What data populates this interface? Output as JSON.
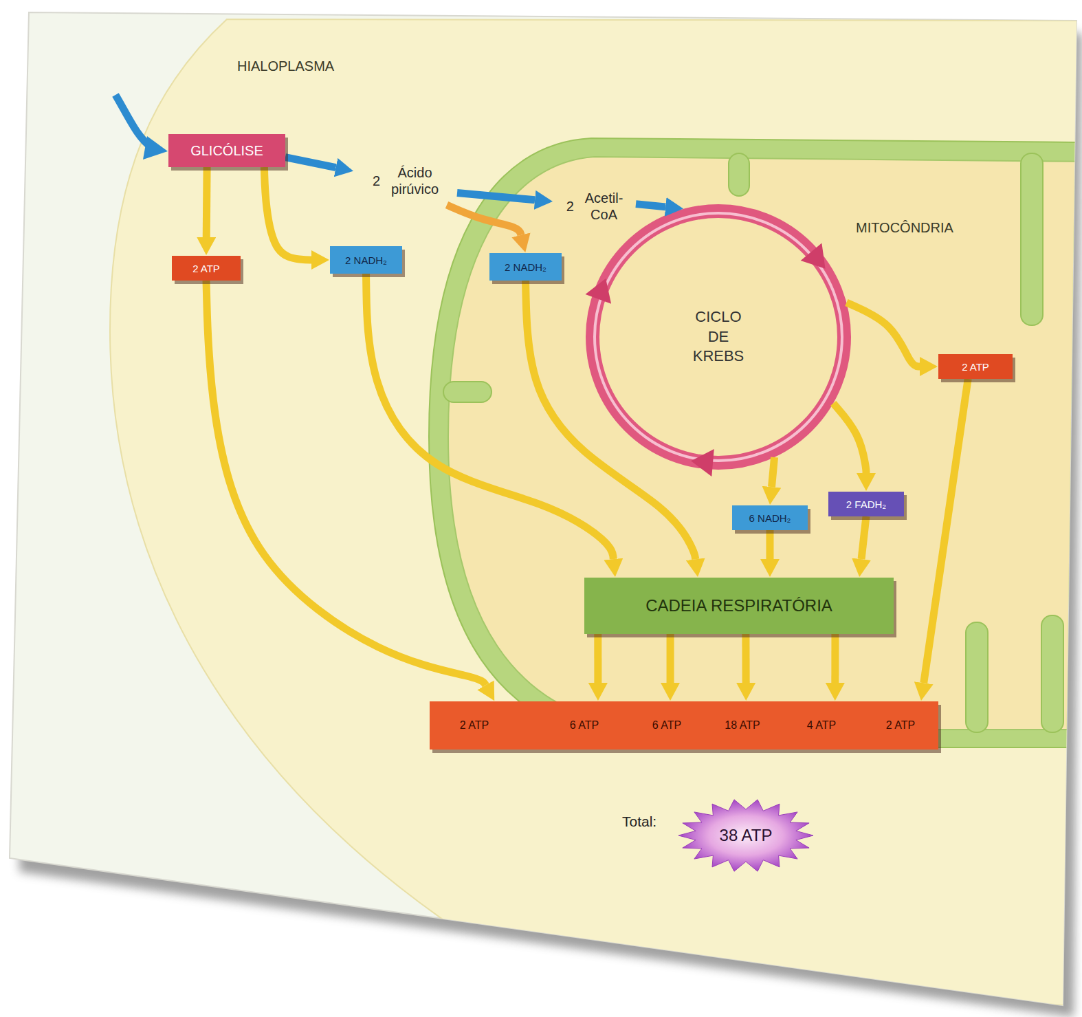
{
  "diagram": {
    "nodes": [
      {
        "text": [
          "HIALOPLASMA"
        ]
      },
      {
        "text": [
          "GLICÓLISE"
        ],
        "in": 0
      },
      {
        "text": [
          "2",
          "Ácido pirúvico"
        ],
        "in": 0
      },
      {
        "text": [
          "MITOCÔNDRIA"
        ],
        "in": 0
      },
      {
        "text": [
          "2",
          "Acetil-CoA"
        ],
        "in": 3
      },
      {
        "text": [
          "2 ATP"
        ],
        "in": 0
      },
      {
        "text": [
          "2 NADH₂"
        ],
        "in": 0
      },
      {
        "text": [
          "2 NADH₂"
        ],
        "in": 3
      },
      {
        "text": [
          "CICLO DE KREBS"
        ],
        "in": 3
      },
      {
        "text": [
          "2 ATP"
        ],
        "in": 3
      },
      {
        "text": [
          "6 NADH₂"
        ],
        "in": 3
      },
      {
        "text": [
          "2 FADH₂"
        ],
        "in": 3
      },
      {
        "text": [
          "CADEIA RESPIRATÓRIA"
        ],
        "in": 3
      },
      {
        "text": [
          "2 ATP",
          "6 ATP",
          "6 ATP",
          "18 ATP",
          "4 ATP",
          "2 ATP"
        ],
        "in": 0
      },
      {
        "text": [
          "38 ATP"
        ],
        "in": 0
      }
    ],
    "edges": [
      {
        "from": 1,
        "to": 2,
        "arrow": "to"
      },
      {
        "from": 2,
        "to": 4,
        "arrow": "to"
      },
      {
        "from": 4,
        "to": 8,
        "arrow": "to"
      },
      {
        "from": 1,
        "to": 5,
        "arrow": "to"
      },
      {
        "from": 1,
        "to": 6,
        "arrow": "to"
      },
      {
        "from": 2,
        "to": 7,
        "arrow": "to"
      },
      {
        "from": 8,
        "to": 9,
        "arrow": "to"
      },
      {
        "from": 8,
        "to": 10,
        "arrow": "to"
      },
      {
        "from": 8,
        "to": 11,
        "arrow": "to"
      },
      {
        "from": 5,
        "to": 13,
        "arrow": "to"
      },
      {
        "from": 6,
        "to": 12,
        "arrow": "to"
      },
      {
        "from": 7,
        "to": 12,
        "arrow": "to"
      },
      {
        "from": 10,
        "to": 12,
        "arrow": "to"
      },
      {
        "from": 11,
        "to": 12,
        "arrow": "to"
      },
      {
        "from": 12,
        "to": 13,
        "arrow": "to"
      },
      {
        "from": 12,
        "to": 13,
        "arrow": "to"
      },
      {
        "from": 12,
        "to": 13,
        "arrow": "to"
      },
      {
        "from": 12,
        "to": 13,
        "arrow": "to"
      },
      {
        "from": 9,
        "to": 13,
        "arrow": "to"
      }
    ],
    "labels": [
      "Total:"
    ]
  }
}
